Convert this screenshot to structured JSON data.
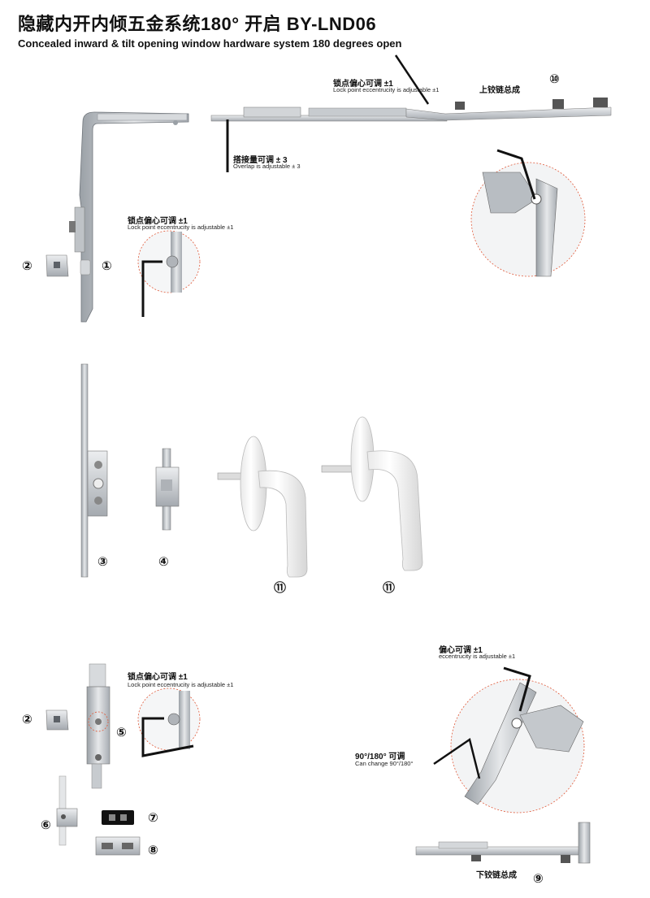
{
  "header": {
    "title": "隐藏内开内倾五金系统180°  开启 BY-LND06",
    "subtitle": "Concealed inward & tilt opening window hardware system 180 degrees open"
  },
  "callouts": {
    "top_lock": {
      "cn": "锁点偏心可调 ±1",
      "en": "Lock point eccentrucity is adjustable ±1"
    },
    "overlap": {
      "cn": "搭接量可调 ± 3",
      "en": "Overlap is adjustable ± 3"
    },
    "upper_hinge": {
      "cn": "上铰链总成"
    },
    "left_lock": {
      "cn": "锁点偏心可调 ±1",
      "en": "Lock point eccentrucity is adjustable ±1"
    },
    "mid_lock": {
      "cn": "锁点偏心可调 ±1",
      "en": "Lock point eccentrucity is adjustable ±1"
    },
    "eccentricity": {
      "cn": "偏心可调 ±1",
      "en": "eccentrucity is adjustable ±1"
    },
    "angle": {
      "cn": "90°/180° 可调",
      "en": "Can change 90°/180°"
    },
    "lower_hinge": {
      "cn": "下铰链总成"
    }
  },
  "markers": {
    "m1": "①",
    "m2a": "②",
    "m2b": "②",
    "m3": "③",
    "m4": "④",
    "m5": "⑤",
    "m6": "⑥",
    "m7": "⑦",
    "m8": "⑧",
    "m9": "⑨",
    "m10": "⑩",
    "m11a": "⑪",
    "m11b": "⑪"
  },
  "colors": {
    "metal": "#c9ccd0",
    "metal_dark": "#8a8e94",
    "circle": "#e05a3a",
    "handle": "#f7f7f7"
  }
}
